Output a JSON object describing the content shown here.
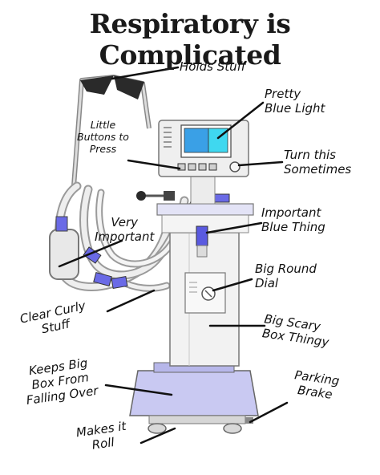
{
  "title": "Respiratory is Complicated",
  "labels": {
    "holds_stuff": "Holds Stuff",
    "pretty_blue_light": "Pretty\nBlue Light",
    "little_buttons": "Little\nButtons to\nPress",
    "turn_this": "Turn this\nSometimes",
    "very_important": "Very\nImportant",
    "important_blue_thing": "Important\nBlue Thing",
    "big_round_dial": "Big Round\nDial",
    "clear_curly_stuff": "Clear Curly\nStuff",
    "big_scary_box": "Big Scary\nBox Thingy",
    "keeps_big_box": "Keeps Big\nBox From\nFalling Over",
    "parking_brake": "Parking\nBrake",
    "makes_it_roll": "Makes it\nRoll"
  },
  "colors": {
    "screen_blue": "#3aa0e6",
    "screen_cyan": "#3fd8f0",
    "accent_blue": "#5a5ae0",
    "base_lavender": "#c9c9f2",
    "body_white": "#f2f2f2",
    "outline": "#6a6a6a"
  }
}
